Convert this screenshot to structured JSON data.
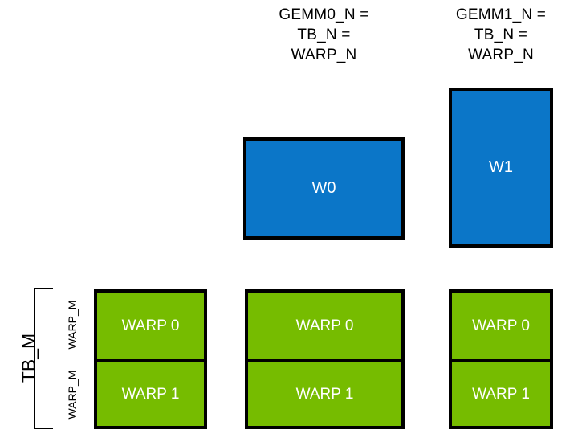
{
  "diagram": {
    "headers": [
      {
        "name": "gemm0",
        "text": "GEMM0_N =\nTB_N =\nWARP_N"
      },
      {
        "name": "gemm1",
        "text": "GEMM1_N =\nTB_N =\nWARP_N"
      }
    ],
    "blue_tiles": [
      {
        "name": "w0",
        "label": "W0"
      },
      {
        "name": "w1",
        "label": "W1"
      }
    ],
    "green_columns": [
      {
        "name": "col-0",
        "cells": [
          "WARP 0",
          "WARP 1"
        ]
      },
      {
        "name": "col-1",
        "cells": [
          "WARP 0",
          "WARP 1"
        ]
      },
      {
        "name": "col-2",
        "cells": [
          "WARP 0",
          "WARP 1"
        ]
      }
    ],
    "annotations": {
      "tb_m": "TB_M",
      "warp_m_top": "WARP_M",
      "warp_m_bottom": "WARP_M"
    },
    "colors": {
      "blue": "#0B76C8",
      "green": "#76BC00",
      "outline": "#000000",
      "box_text": "#FFFFFF",
      "label_text": "#000000",
      "background": "#FFFFFF"
    }
  }
}
